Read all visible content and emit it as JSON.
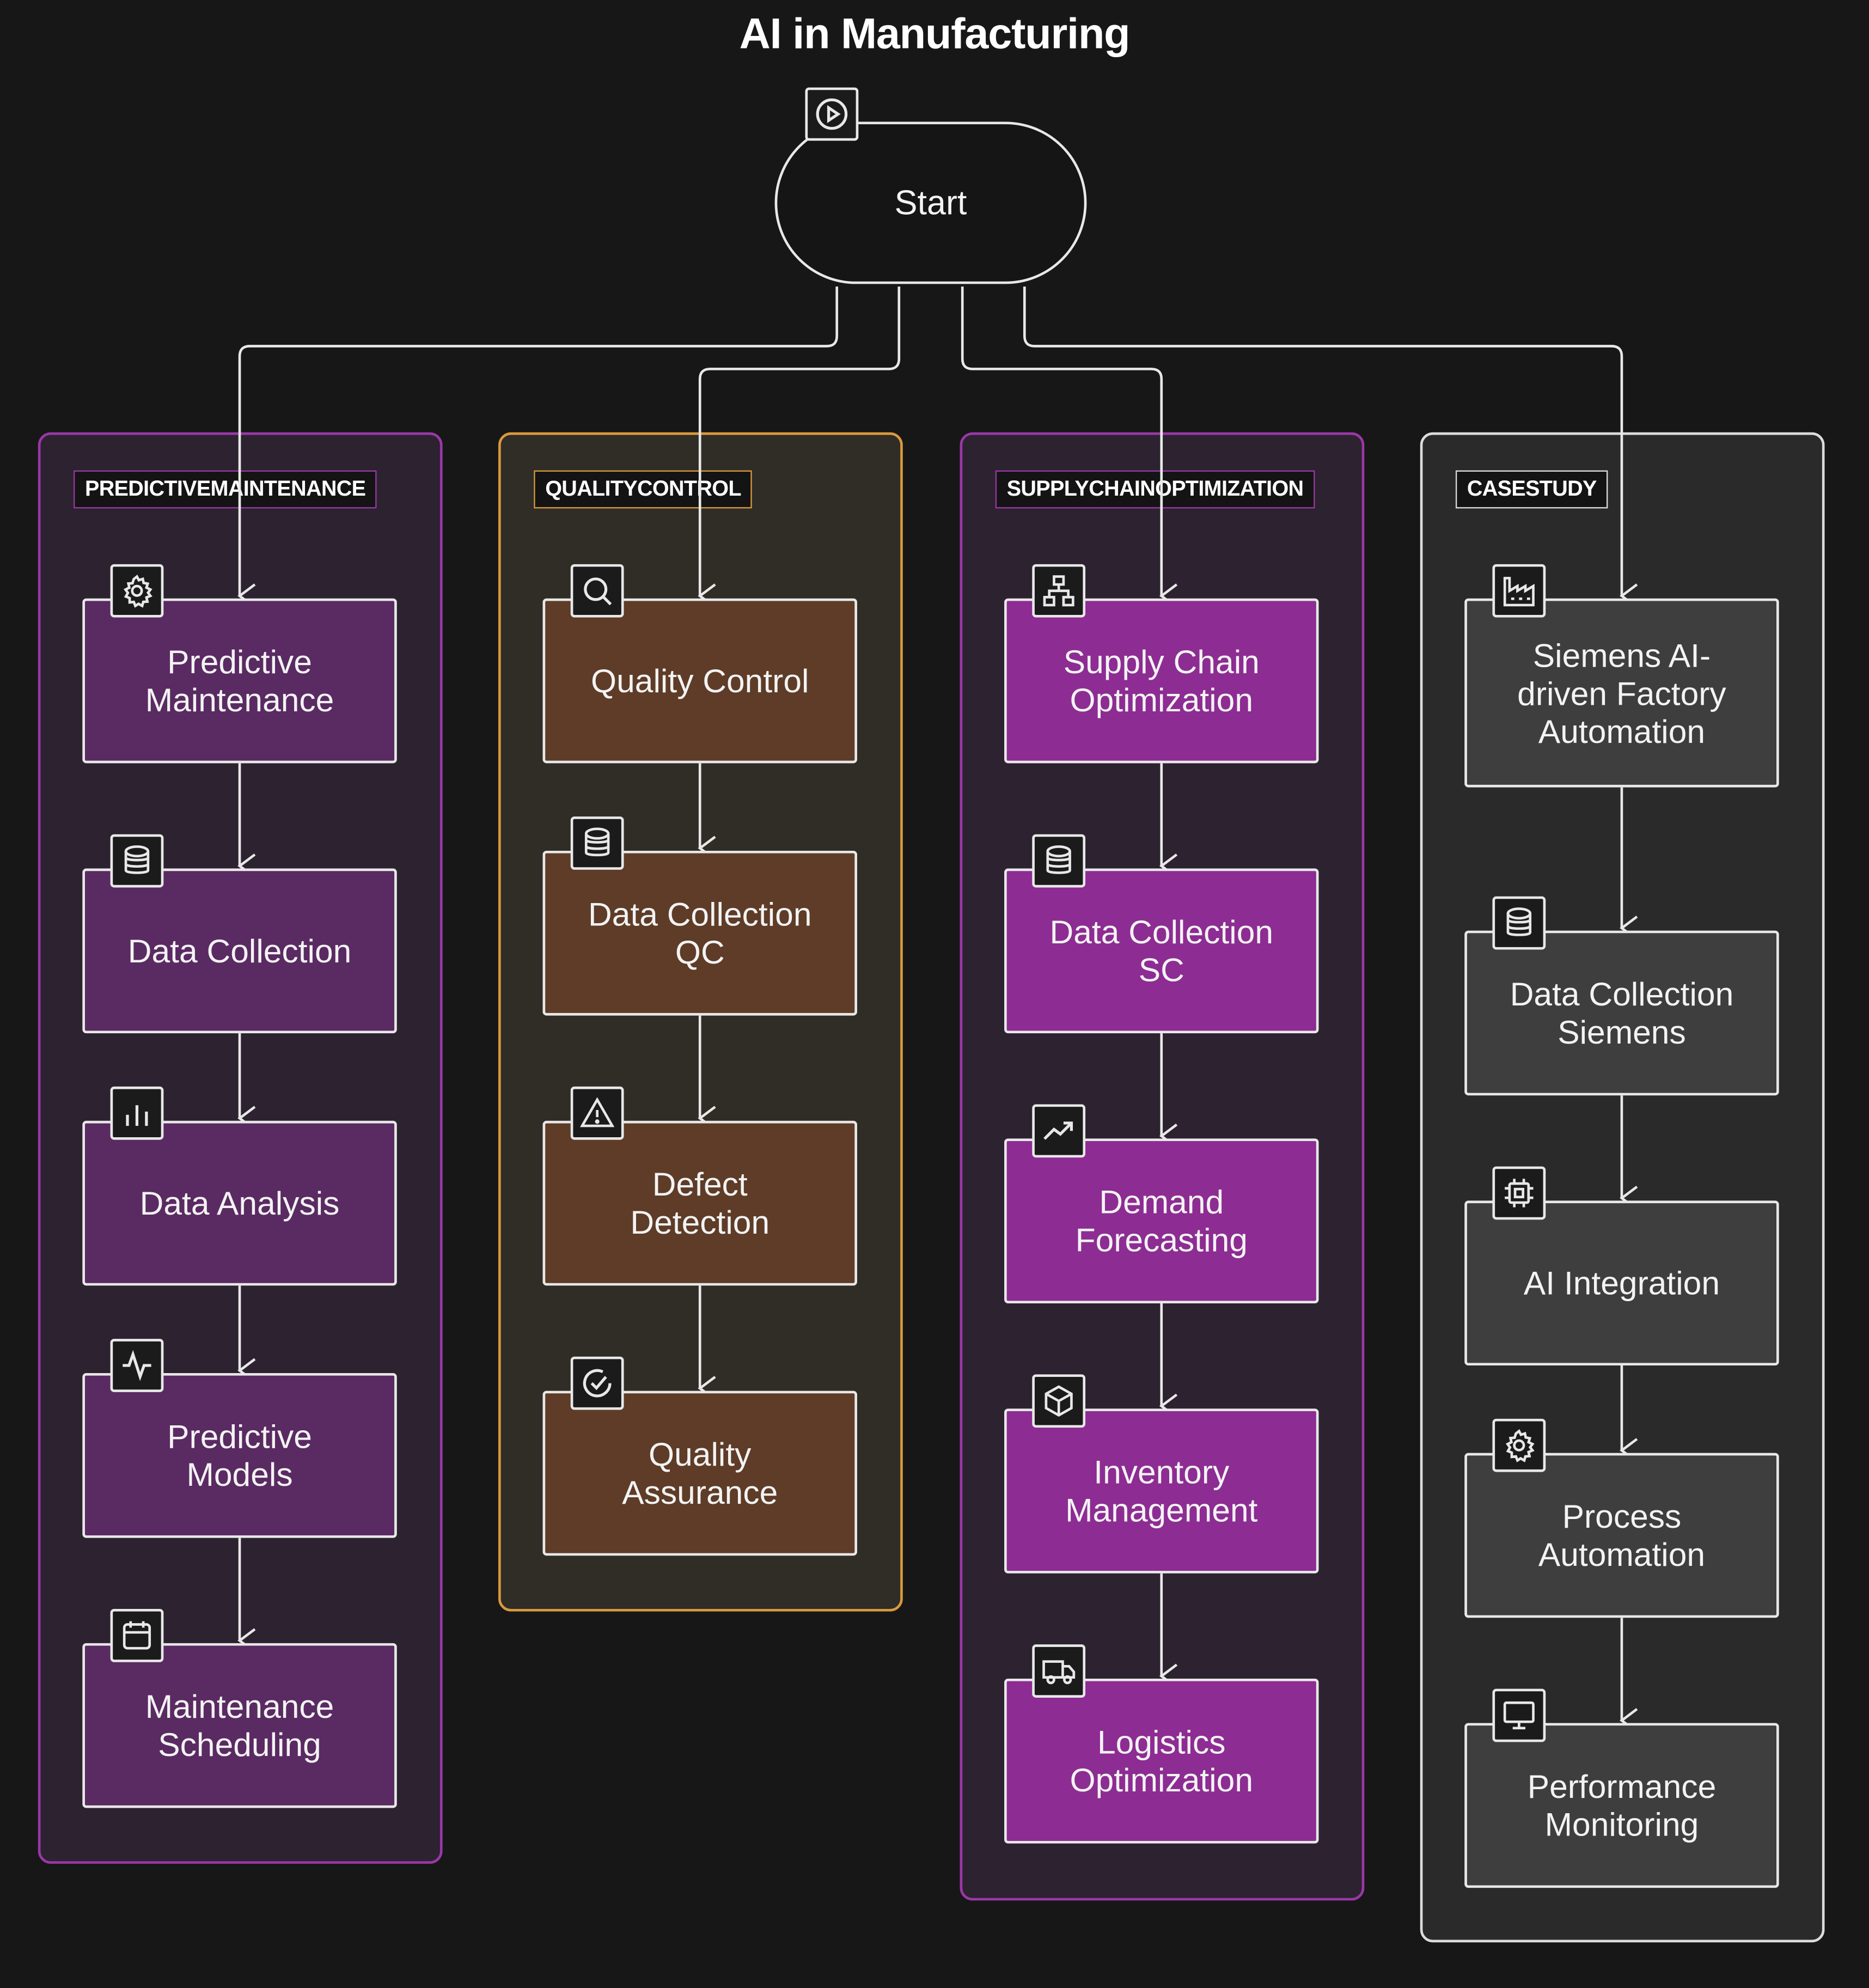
{
  "title": "AI in Manufacturing",
  "start": {
    "label": "Start",
    "icon": "play-circle-icon"
  },
  "colors": {
    "background": "#171717",
    "predictive_cluster": "#9b37a8",
    "quality_cluster": "#d99a3c",
    "supply_cluster": "#9b37a8",
    "case_cluster": "#dcdcdc",
    "predictive_node": "#5a2a62",
    "quality_node": "#5e3c27",
    "supply_node": "#8d2c93",
    "case_node": "#3e3e3e"
  },
  "clusters": [
    {
      "label": "PREDICTIVEMAINTENANCE",
      "nodes": [
        {
          "label": "Predictive Maintenance",
          "icon": "gear-icon"
        },
        {
          "label": "Data Collection",
          "icon": "database-icon"
        },
        {
          "label": "Data Analysis",
          "icon": "bar-chart-icon"
        },
        {
          "label": "Predictive Models",
          "icon": "activity-icon"
        },
        {
          "label": "Maintenance Scheduling",
          "icon": "calendar-icon"
        }
      ]
    },
    {
      "label": "QUALITYCONTROL",
      "nodes": [
        {
          "label": "Quality Control",
          "icon": "search-icon"
        },
        {
          "label": "Data Collection QC",
          "icon": "database-icon"
        },
        {
          "label": "Defect Detection",
          "icon": "warning-icon"
        },
        {
          "label": "Quality Assurance",
          "icon": "check-circle-icon"
        }
      ]
    },
    {
      "label": "SUPPLYCHAINOPTIMIZATION",
      "nodes": [
        {
          "label": "Supply Chain Optimization",
          "icon": "sitemap-icon"
        },
        {
          "label": "Data Collection SC",
          "icon": "database-icon"
        },
        {
          "label": "Demand Forecasting",
          "icon": "trending-up-icon"
        },
        {
          "label": "Inventory Management",
          "icon": "box-icon"
        },
        {
          "label": "Logistics Optimization",
          "icon": "truck-icon"
        }
      ]
    },
    {
      "label": "CASESTUDY",
      "nodes": [
        {
          "label": "Siemens AI-driven Factory Automation",
          "icon": "factory-icon"
        },
        {
          "label": "Data Collection Siemens",
          "icon": "database-icon"
        },
        {
          "label": "AI Integration",
          "icon": "cpu-icon"
        },
        {
          "label": "Process Automation",
          "icon": "gear-icon"
        },
        {
          "label": "Performance Monitoring",
          "icon": "monitor-icon"
        }
      ]
    }
  ]
}
